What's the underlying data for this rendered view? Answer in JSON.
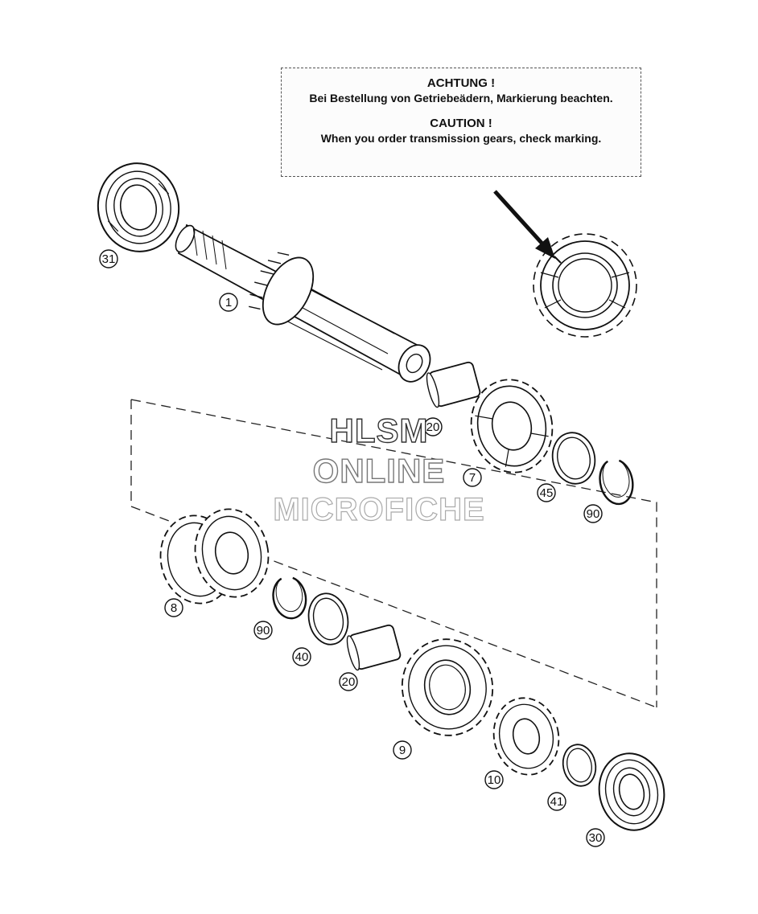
{
  "notice": {
    "de_heading": "ACHTUNG !",
    "de_text": "Bei Bestellung von Getriebeädern, Markierung beachten.",
    "en_heading": "CAUTION !",
    "en_text": "When you order transmission gears, check marking."
  },
  "watermark": {
    "line1": "HLSM",
    "line2": "ONLINE",
    "line3": "MICROFICHE"
  },
  "callouts": [
    "31",
    "1",
    "20",
    "7",
    "45",
    "90",
    "8",
    "90",
    "40",
    "20",
    "9",
    "10",
    "41",
    "30"
  ]
}
